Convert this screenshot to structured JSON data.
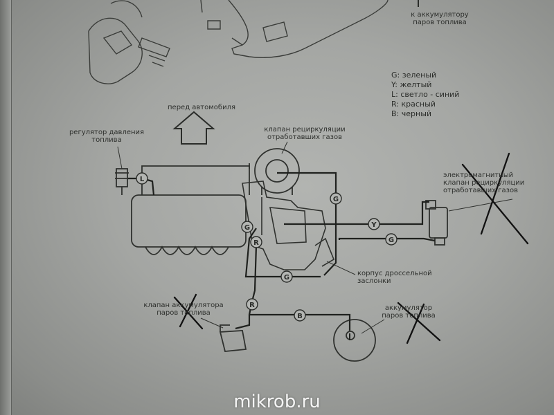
{
  "header_label": [
    "к аккумулятору",
    "паров топлива"
  ],
  "legend": [
    "G: зеленый",
    "Y: желтый",
    "L: светло - синий",
    "R: красный",
    "B: черный"
  ],
  "labels": {
    "front": "перед автомобиля",
    "fuel_regulator": [
      "регулятор давления",
      "топлива"
    ],
    "egr_valve": [
      "клапан рециркуляции",
      "отработавших газов"
    ],
    "solenoid": [
      "электромагнитный",
      "клапан рециркуляции",
      "отработавших газов"
    ],
    "throttle": [
      "корпус дроссельной",
      "заслонки"
    ],
    "accumulator_valve": [
      "клапан аккумулятора",
      "паров топлива"
    ],
    "accumulator": [
      "аккумулятор",
      "паров топлива"
    ]
  },
  "hose_tags": {
    "g": "G",
    "y": "Y",
    "l": "L",
    "r": "R",
    "b": "B"
  },
  "watermark": "mikrob.ru",
  "colors": {
    "ink": "#2a2c29",
    "paper": "#a9aba8",
    "cross": "#111111"
  }
}
